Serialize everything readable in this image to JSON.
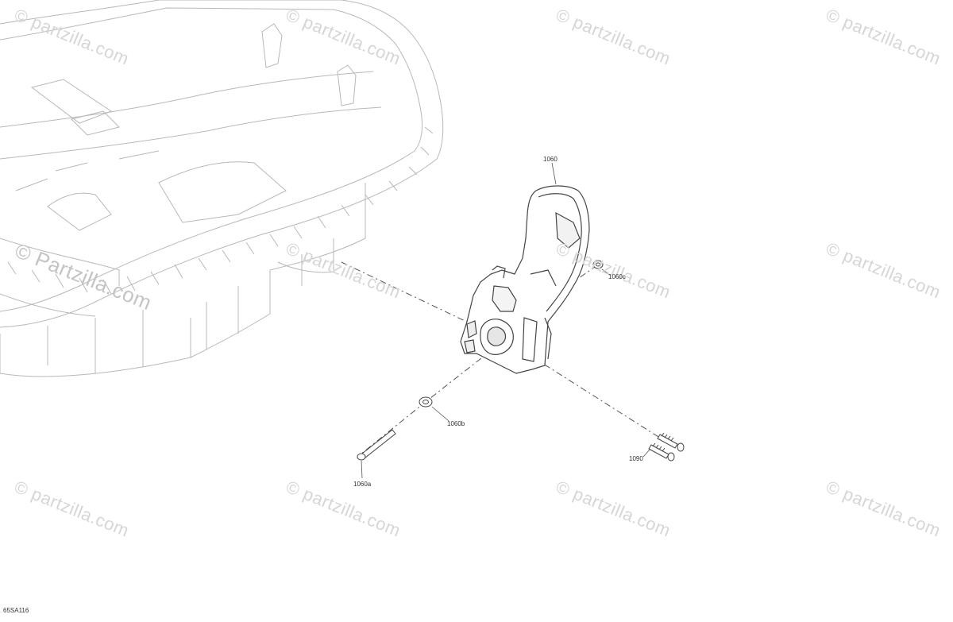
{
  "watermark": {
    "text": "© Partzilla.com",
    "text_small": "© partzilla.com"
  },
  "callouts": {
    "part_1060": "1060",
    "part_1060a": "1060a",
    "part_1060b": "1060b",
    "part_1060c": "1060c",
    "part_1090": "1090"
  },
  "diagram_id": "65SA116",
  "colors": {
    "line": "#555555",
    "faint_line": "#b8b8b8",
    "watermark": "#d6d6d6",
    "background": "#ffffff"
  }
}
